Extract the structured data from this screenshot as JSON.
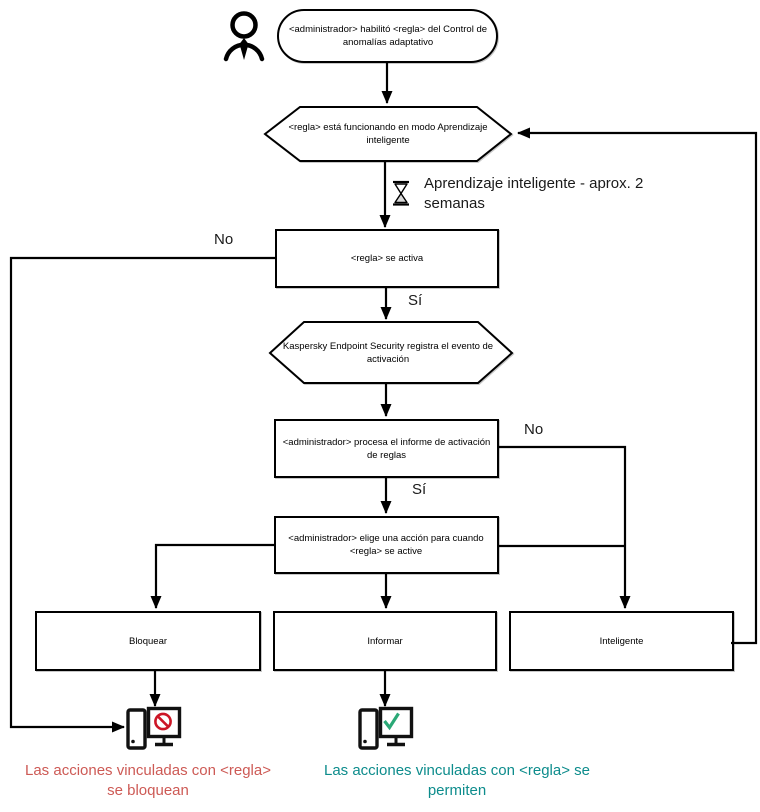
{
  "flow": {
    "nodes": {
      "start": "<administrador> habilitó <regla> del Control de anomalías adaptativo",
      "learning_mode": "<regla> está funcionando en modo Aprendizaje inteligente",
      "rule_triggered": "<regla> se activa",
      "event_logged": "Kaspersky Endpoint Security registra el evento de activación",
      "report_processed": "<administrador> procesa el informe de activación de reglas",
      "choose_action": "<administrador> elige una acción para cuando <regla> se active",
      "action_block": "Bloquear",
      "action_inform": "Informar",
      "action_smart": "Inteligente"
    },
    "labels": {
      "edge_no_top": "No",
      "edge_yes_top": "Sí",
      "edge_no_right": "No",
      "edge_yes_bottom": "Sí",
      "learning_note": "Aprendizaje inteligente - aprox. 2 semanas"
    },
    "captions": {
      "blocked": "Las acciones vinculadas con <regla> se bloquean",
      "allowed": "Las acciones vinculadas con <regla> se permiten"
    },
    "colors": {
      "line": "#000000",
      "caption_blocked": "#cd5a55",
      "caption_allowed": "#0d8c8c",
      "prohibited_sign": "#cc1626",
      "check_mark": "#2aa876"
    },
    "icons": {
      "user": "user-icon",
      "hourglass": "hourglass-icon",
      "blocked_computer": "blocked-computer-icon",
      "allowed_computer": "allowed-computer-icon"
    }
  }
}
